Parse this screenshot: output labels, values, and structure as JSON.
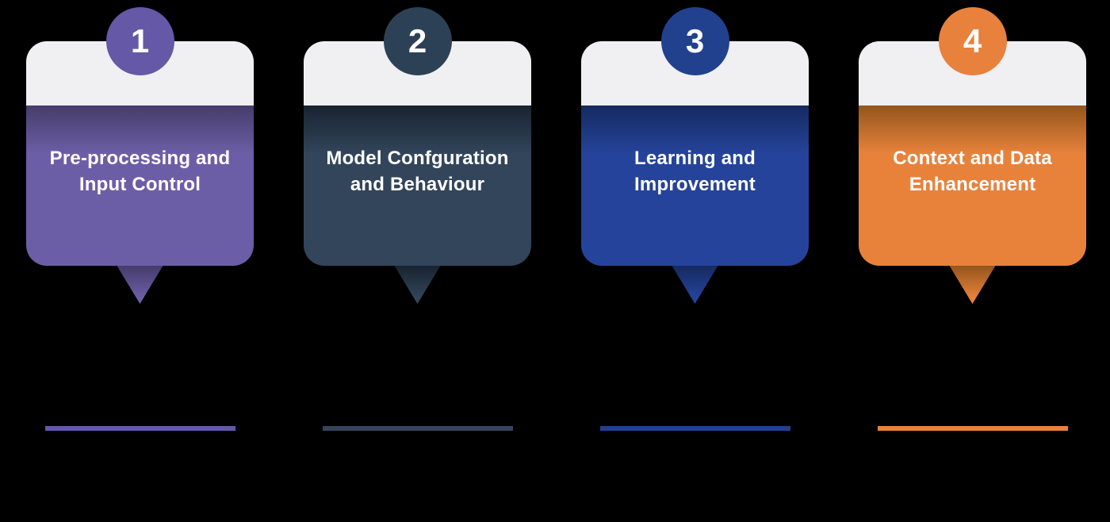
{
  "figure": {
    "background": "#000000",
    "header_color": "#F0EFF1",
    "text_color": "#FFFFFF"
  },
  "steps": [
    {
      "number": "1",
      "title_lines": [
        "Pre-processing and",
        "Input Control"
      ],
      "accent": "#6C5EA6",
      "accent_dark": "#453C6B",
      "badge_color": "#6458A7",
      "line_color": "#6658A7"
    },
    {
      "number": "2",
      "title_lines": [
        "Model Confguration",
        "and Behaviour"
      ],
      "accent": "#32455A",
      "accent_dark": "#182330",
      "badge_color": "#2D4156",
      "line_color": "#33455C"
    },
    {
      "number": "3",
      "title_lines": [
        "Learning and",
        "Improvement"
      ],
      "accent": "#25439A",
      "accent_dark": "#152A60",
      "badge_color": "#21418F",
      "line_color": "#21418F"
    },
    {
      "number": "4",
      "title_lines": [
        "Context and Data",
        "Enhancement"
      ],
      "accent": "#E8823B",
      "accent_dark": "#94551C",
      "badge_color": "#E8813C",
      "line_color": "#E8813C"
    }
  ]
}
